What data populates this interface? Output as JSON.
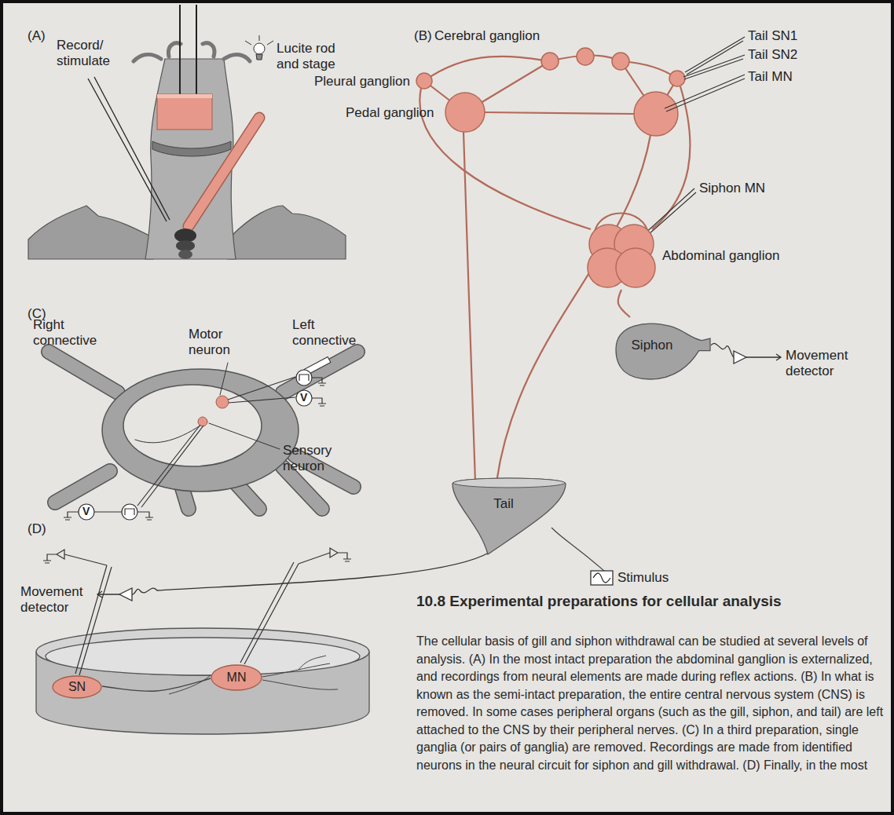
{
  "diagram": {
    "title": "10.8 Experimental preparations for cellular analysis",
    "caption": "The cellular basis of gill and siphon withdrawal can be studied at several levels of analysis. (A) In the most intact preparation the abdominal ganglion is externalized, and recordings from neural elements are made during reflex actions. (B) In what is known as the semi-intact preparation, the entire central nervous system (CNS) is removed. In some cases peripheral organs (such as the gill, siphon, and tail) are left attached to the CNS by their peripheral nerves. (C) In a third preparation, single ganglia (or pairs of ganglia) are removed. Recordings are made from identified neurons in the neural circuit for siphon and gill withdrawal. (D) Finally, in the most",
    "nodes": [
      {
        "text": [
          "Abdominal ganglion"
        ]
      },
      {
        "text": [
          "Siphon"
        ]
      },
      {
        "text": [
          "Tail"
        ]
      },
      {
        "text": [
          "SN"
        ]
      },
      {
        "text": [
          "MN"
        ]
      }
    ],
    "edges": [
      {
        "from": 0,
        "to": 1,
        "arrow": "none"
      },
      {
        "from": 3,
        "to": 4,
        "arrow": "none"
      }
    ],
    "labels": [
      "(A)",
      "Record/ stimulate",
      "Lucite rod and stage",
      "(B)",
      "Cerebral ganglion",
      "Pleural ganglion",
      "Pedal ganglion",
      "Tail SN1",
      "Tail SN2",
      "Tail MN",
      "Siphon MN",
      "Movement detector",
      "Stimulus",
      "Movement detector",
      "(C)",
      "Right connective",
      "Motor neuron",
      "Left connective",
      "Sensory neuron",
      "(D)",
      "V",
      "V"
    ]
  }
}
